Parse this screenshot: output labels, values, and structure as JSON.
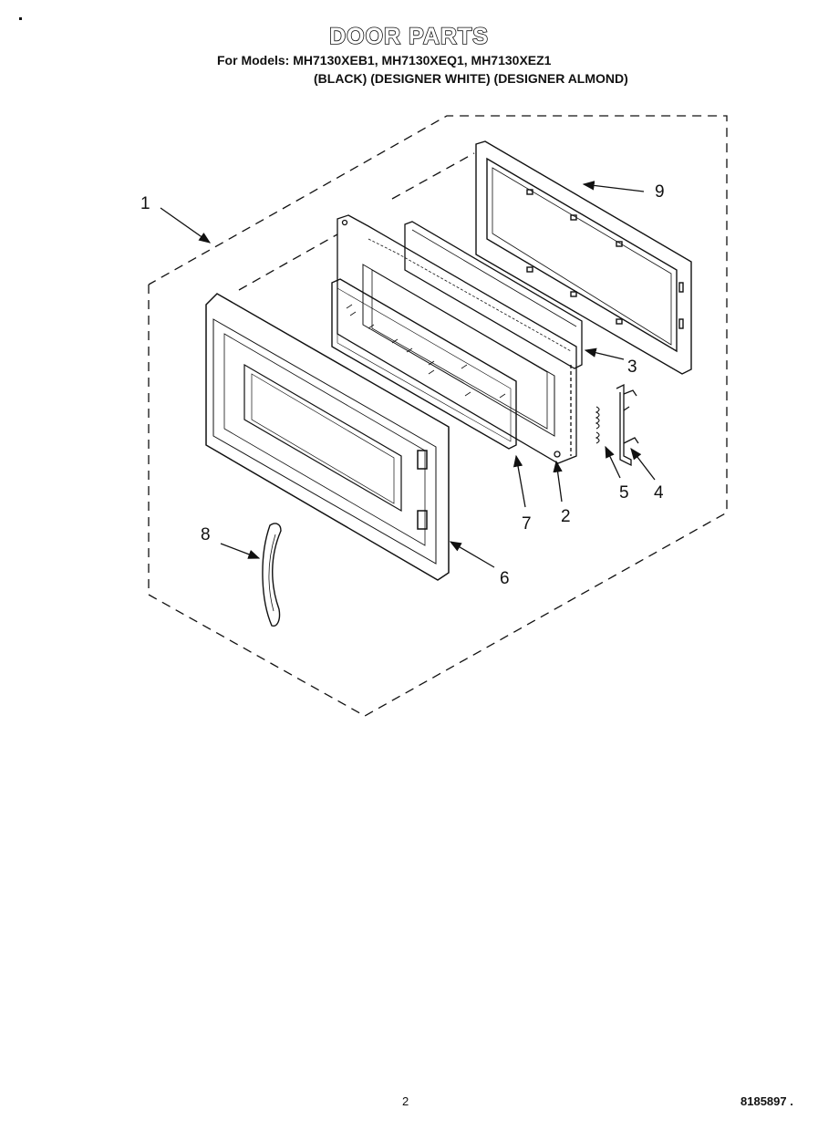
{
  "header": {
    "title": "DOOR PARTS",
    "models_line": "For Models: MH7130XEB1, MH7130XEQ1, MH7130XEZ1",
    "colors_line": "(BLACK)  (DESIGNER WHITE) (DESIGNER ALMOND)"
  },
  "footer": {
    "page_number": "2",
    "document_number": "8185897 ."
  },
  "callouts": [
    "1",
    "2",
    "3",
    "4",
    "5",
    "6",
    "7",
    "8",
    "9"
  ]
}
